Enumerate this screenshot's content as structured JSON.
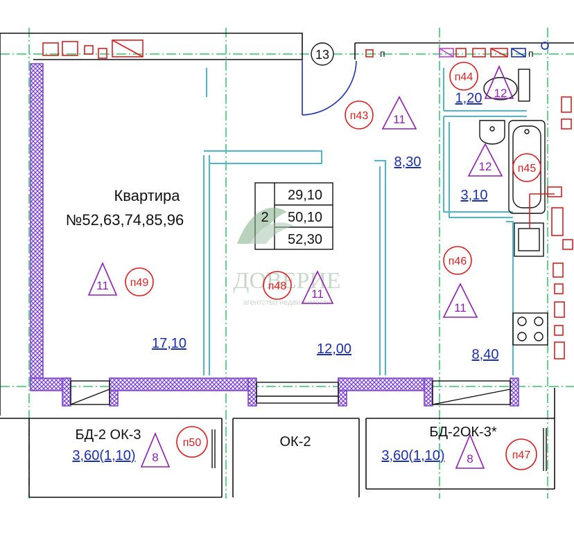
{
  "apartment": {
    "title": "Квартира",
    "numbers": "№52,63,74,85,96"
  },
  "area_table": {
    "rooms": "2",
    "values": [
      "29,10",
      "50,10",
      "52,30"
    ]
  },
  "axis_marker": "13",
  "rooms": [
    {
      "tag": "п49",
      "class": "11",
      "area": "17,10"
    },
    {
      "tag": "п48",
      "class": "11",
      "area": "12,00"
    },
    {
      "tag": "п43",
      "class": "11",
      "area": "8,30"
    },
    {
      "tag": "п44",
      "class": "12",
      "area": "1,20"
    },
    {
      "tag": "п45",
      "class": "12",
      "area": "3,10"
    },
    {
      "tag": "п46",
      "class": "11",
      "area": "8,40"
    }
  ],
  "balconies": [
    {
      "code": "БД-2 ОК-3",
      "area": "3,60(1,10)",
      "class": "8",
      "tag": "п50"
    },
    {
      "code": "БД-2ОК-3*",
      "area": "3,60(1,10)",
      "class": "8",
      "tag": "п47"
    }
  ],
  "window_code": "ОК-2",
  "small_marks": [
    "п",
    "п"
  ],
  "watermark": {
    "brand": "ДОВЕРИЕ",
    "sub": "агентство недвижимости"
  },
  "colors": {
    "wall": "#7b3fd1",
    "wall_bg": "#ffffff",
    "guide": "#33c46a",
    "partition": "#4fb6c9",
    "red": "#d81e1e",
    "purple": "#8a1fb0",
    "blue": "#1a2fa8"
  }
}
